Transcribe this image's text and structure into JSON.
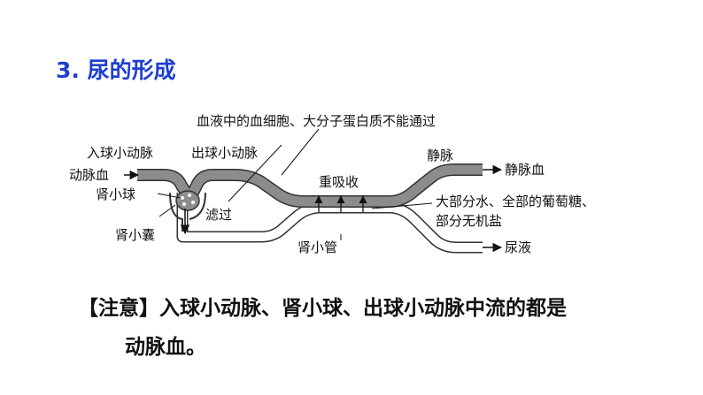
{
  "heading": "3. 尿的形成",
  "diagram": {
    "top_label": "血液中的血细胞、大分子蛋白质不能通过",
    "labels": {
      "afferent_arteriole": "入球小动脉",
      "efferent_arteriole": "出球小动脉",
      "arterial_blood": "动脉血",
      "glomerulus": "肾小球",
      "capsule": "肾小囊",
      "filtration": "滤过",
      "reabsorption": "重吸收",
      "vein": "静脉",
      "venous_blood": "静脉血",
      "reabsorbed_line1": "大部分水、全部的葡萄糖、",
      "reabsorbed_line2": "部分无机盐",
      "renal_tubule": "肾小管",
      "urine": "尿液"
    },
    "colors": {
      "blood_vessel": "#8c8c8c",
      "tubule": "#ffffff",
      "outline": "#333333"
    }
  },
  "note": {
    "line1": "【注意】入球小动脉、肾小球、出球小动脉中流的都是",
    "line2": "动脉血。"
  }
}
